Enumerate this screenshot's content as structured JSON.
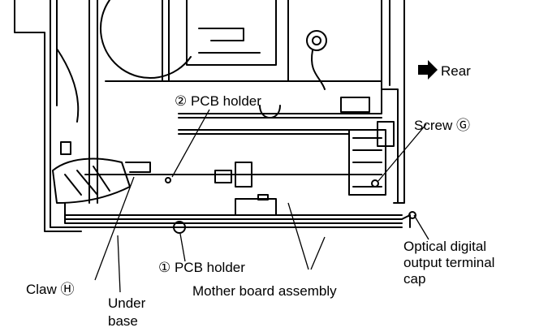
{
  "labels": {
    "rear": "Rear",
    "pcb_holder_2": "② PCB holder",
    "screw_g": "Screw Ⓖ",
    "pcb_holder_1": "① PCB holder",
    "optical_line1": "Optical digital",
    "optical_line2": "output terminal",
    "optical_line3": "cap",
    "claw_h": "Claw Ⓗ",
    "under_line1": "Under",
    "under_line2": "base",
    "mother_board": "Mother board assembly"
  },
  "icons": {
    "rear_arrow": "right-arrow-icon"
  }
}
